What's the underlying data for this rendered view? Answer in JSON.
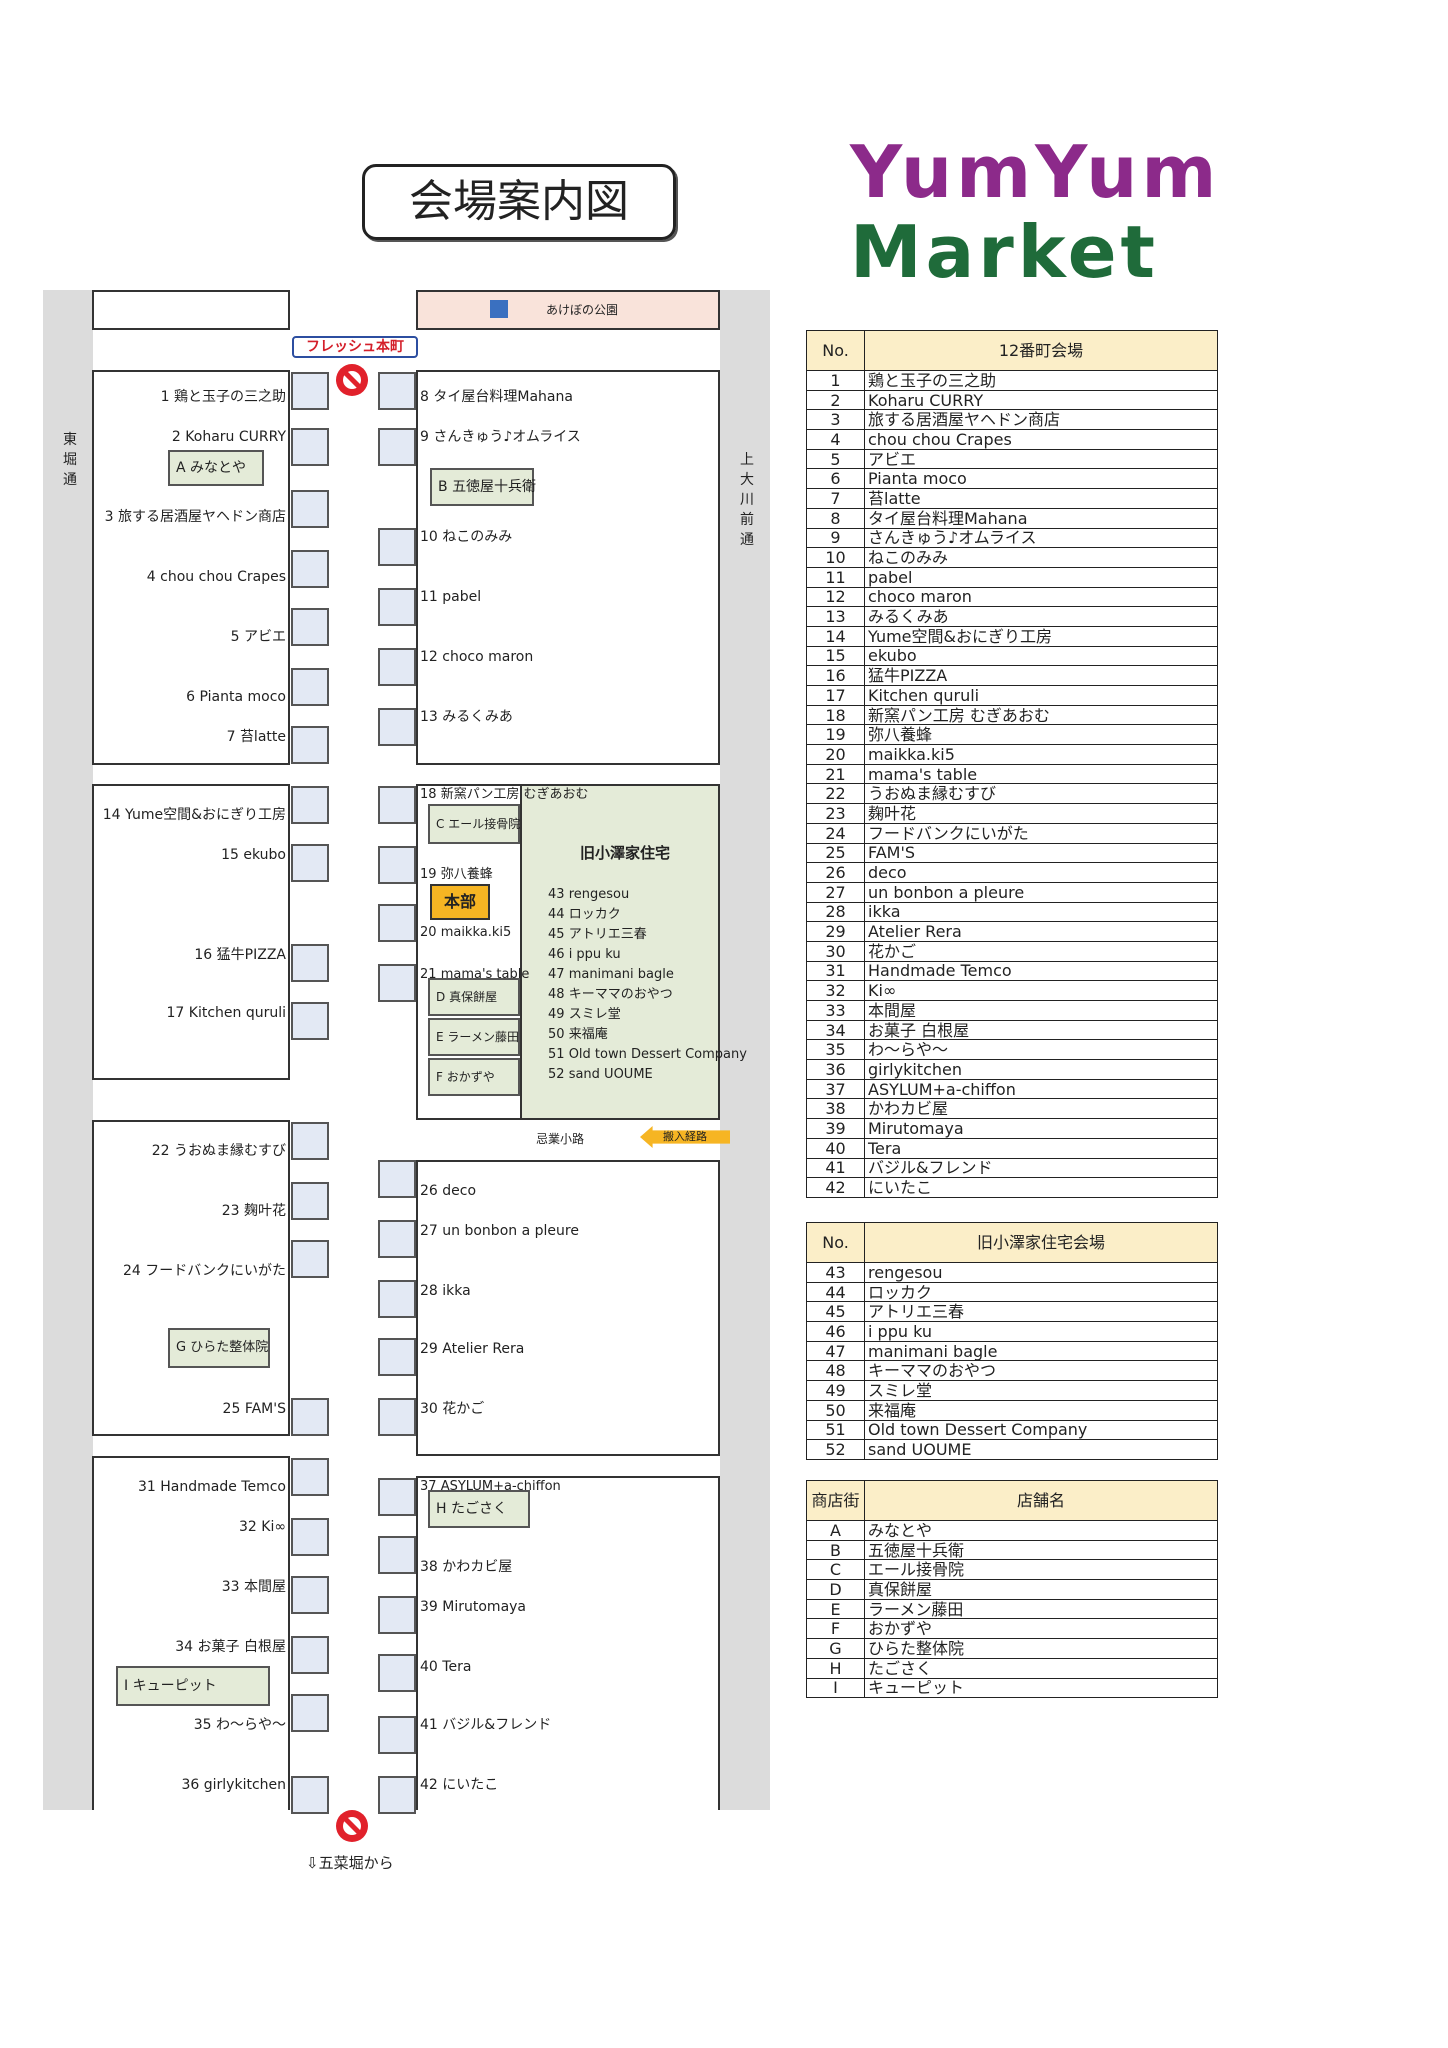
{
  "title": "会場案内図",
  "logo": {
    "line1": "YumYum",
    "line2": "Market"
  },
  "streets": {
    "west": "東堀通",
    "east": "上大川前通",
    "path": "忌業小路",
    "bottom": "⇩五菜堀から",
    "park": "あけぼの公園",
    "park_icon": "toilet-icon",
    "sign": "フレッシュ本町",
    "entry": "搬入経路",
    "hq": "本部",
    "old_house": "旧小澤家住宅"
  },
  "stalls": [
    {
      "no": "1",
      "name": "鶏と玉子の三之助"
    },
    {
      "no": "2",
      "name": "Koharu CURRY"
    },
    {
      "no": "3",
      "name": "旅する居酒屋ヤヘドン商店"
    },
    {
      "no": "4",
      "name": "chou chou Crapes"
    },
    {
      "no": "5",
      "name": "アビエ"
    },
    {
      "no": "6",
      "name": "Pianta moco"
    },
    {
      "no": "7",
      "name": "苔latte"
    },
    {
      "no": "8",
      "name": "タイ屋台料理Mahana"
    },
    {
      "no": "9",
      "name": "さんきゅう♪オムライス"
    },
    {
      "no": "10",
      "name": "ねこのみみ"
    },
    {
      "no": "11",
      "name": "pabel"
    },
    {
      "no": "12",
      "name": "choco maron"
    },
    {
      "no": "13",
      "name": "みるくみあ"
    },
    {
      "no": "14",
      "name": "Yume空間&おにぎり工房"
    },
    {
      "no": "15",
      "name": "ekubo"
    },
    {
      "no": "16",
      "name": "猛牛PIZZA"
    },
    {
      "no": "17",
      "name": "Kitchen quruli"
    },
    {
      "no": "18",
      "name": "新窯パン工房 むぎあおむ"
    },
    {
      "no": "19",
      "name": "弥八養蜂"
    },
    {
      "no": "20",
      "name": "maikka.ki5"
    },
    {
      "no": "21",
      "name": "mama's table"
    },
    {
      "no": "22",
      "name": "うおぬま縁むすび"
    },
    {
      "no": "23",
      "name": "麹叶花"
    },
    {
      "no": "24",
      "name": "フードバンクにいがた"
    },
    {
      "no": "25",
      "name": "FAM'S"
    },
    {
      "no": "26",
      "name": "deco"
    },
    {
      "no": "27",
      "name": "un bonbon a pleure"
    },
    {
      "no": "28",
      "name": "ikka"
    },
    {
      "no": "29",
      "name": "Atelier Rera"
    },
    {
      "no": "30",
      "name": "花かご"
    },
    {
      "no": "31",
      "name": "Handmade Temco"
    },
    {
      "no": "32",
      "name": "Ki∞"
    },
    {
      "no": "33",
      "name": "本間屋"
    },
    {
      "no": "34",
      "name": "お菓子 白根屋"
    },
    {
      "no": "35",
      "name": "わ〜らや〜"
    },
    {
      "no": "36",
      "name": "girlykitchen"
    },
    {
      "no": "37",
      "name": "ASYLUM+a-chiffon"
    },
    {
      "no": "38",
      "name": "かわカビ屋"
    },
    {
      "no": "39",
      "name": "Mirutomaya"
    },
    {
      "no": "40",
      "name": "Tera"
    },
    {
      "no": "41",
      "name": "バジル&フレンド"
    },
    {
      "no": "42",
      "name": "にいたこ"
    },
    {
      "no": "43",
      "name": "rengesou"
    },
    {
      "no": "44",
      "name": "ロッカク"
    },
    {
      "no": "45",
      "name": "アトリエ三春"
    },
    {
      "no": "46",
      "name": "i ppu ku"
    },
    {
      "no": "47",
      "name": "manimani bagle"
    },
    {
      "no": "48",
      "name": "キーママのおやつ"
    },
    {
      "no": "49",
      "name": "スミレ堂"
    },
    {
      "no": "50",
      "name": "来福庵"
    },
    {
      "no": "51",
      "name": "Old town Dessert Company"
    },
    {
      "no": "52",
      "name": "sand UOUME"
    }
  ],
  "shops": [
    {
      "code": "A",
      "name": "みなとや"
    },
    {
      "code": "B",
      "name": "五徳屋十兵衛"
    },
    {
      "code": "C",
      "name": "エール接骨院"
    },
    {
      "code": "D",
      "name": "真保餅屋"
    },
    {
      "code": "E",
      "name": "ラーメン藤田"
    },
    {
      "code": "F",
      "name": "おかずや"
    },
    {
      "code": "G",
      "name": "ひらた整体院"
    },
    {
      "code": "H",
      "name": "たごさく"
    },
    {
      "code": "I",
      "name": "キューピット"
    }
  ],
  "tables": {
    "t1_no": "No.",
    "t1_title": "12番町会場",
    "t2_no": "No.",
    "t2_title": "旧小澤家住宅会場",
    "t3_no": "商店街",
    "t3_title": "店舗名"
  }
}
